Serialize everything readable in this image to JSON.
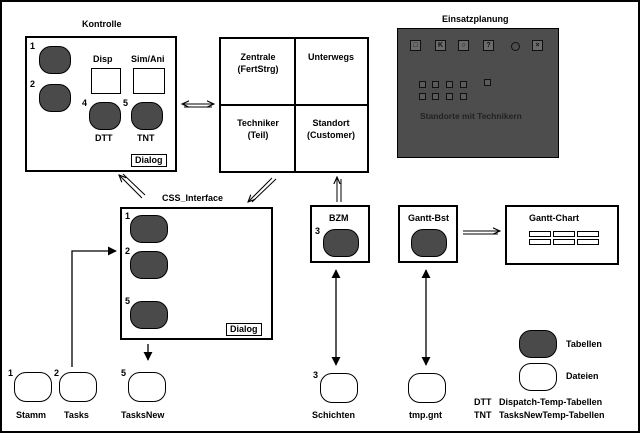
{
  "kontrolle": {
    "title": "Kontrolle",
    "num1": "1",
    "num2": "2",
    "num4": "4",
    "num5": "5",
    "disp": "Disp",
    "sim_ani": "Sim/Ani",
    "dtt": "DTT",
    "tnt": "TNT",
    "dialog": "Dialog"
  },
  "grid": {
    "zentrale": "Zentrale\n(FertStrg)",
    "unterwegs": "Unterwegs",
    "techniker": "Techniker\n(Teil)",
    "standort": "Standort\n(Customer)"
  },
  "einsatzplanung": {
    "title": "Einsatzplanung",
    "caption": "Standorte mit Technikern",
    "toolbar_icons": [
      "square-icon",
      "k-icon",
      "circle-square-icon",
      "question-icon",
      "dot-icon",
      "cross-icon"
    ]
  },
  "css_interface": {
    "title": "CSS_Interface",
    "num1": "1",
    "num2": "2",
    "num5": "5",
    "dialog": "Dialog"
  },
  "bzm": {
    "title": "BZM",
    "num": "3"
  },
  "gantt_bst": {
    "title": "Gantt-Bst"
  },
  "gantt_chart": {
    "title": "Gantt-Chart"
  },
  "files": {
    "stamm": "Stamm",
    "stamm_num": "1",
    "tasks": "Tasks",
    "tasks_num": "2",
    "tasksnew": "TasksNew",
    "tasksnew_num": "5",
    "schichten": "Schichten",
    "schichten_num": "3",
    "tmp_gnt": "tmp.gnt"
  },
  "legend": {
    "tabellen": "Tabellen",
    "dateien": "Dateien",
    "dtt_abbr": "DTT",
    "dtt_desc": "Dispatch-Temp-Tabellen",
    "tnt_abbr": "TNT",
    "tnt_desc": "TasksNewTemp-Tabellen"
  }
}
